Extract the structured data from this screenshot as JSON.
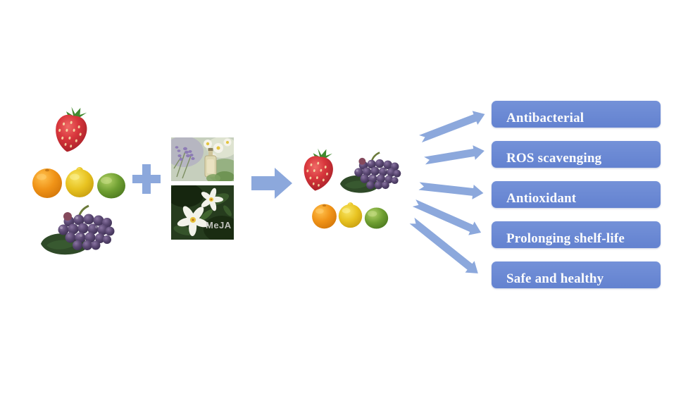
{
  "colors": {
    "background": "#ffffff",
    "arrow_blue": "#8ca8dc",
    "box_blue": "#6787d3",
    "box_text": "#fdfdfd",
    "meja_text": "#cfcfcb"
  },
  "icons": {
    "fruits": [
      "strawberry-icon",
      "orange-icon",
      "lemon-icon",
      "lime-icon",
      "grapes-icon"
    ],
    "plus": "plus-icon",
    "flow_arrow": "right-arrow-icon",
    "fan_arrows": [
      "arrow-to-antibacterial",
      "arrow-to-ros-scavenging",
      "arrow-to-antioxidant",
      "arrow-to-shelf-life",
      "arrow-to-safe-healthy"
    ],
    "photos": [
      "essential-oils-photo",
      "jasmine-flowers-photo"
    ]
  },
  "labels": {
    "meja": "MeJA"
  },
  "outcomes": [
    {
      "label": "Antibacterial"
    },
    {
      "label": "ROS scavenging"
    },
    {
      "label": "Antioxidant"
    },
    {
      "label": "Prolonging shelf-life"
    },
    {
      "label": "Safe and healthy"
    }
  ]
}
